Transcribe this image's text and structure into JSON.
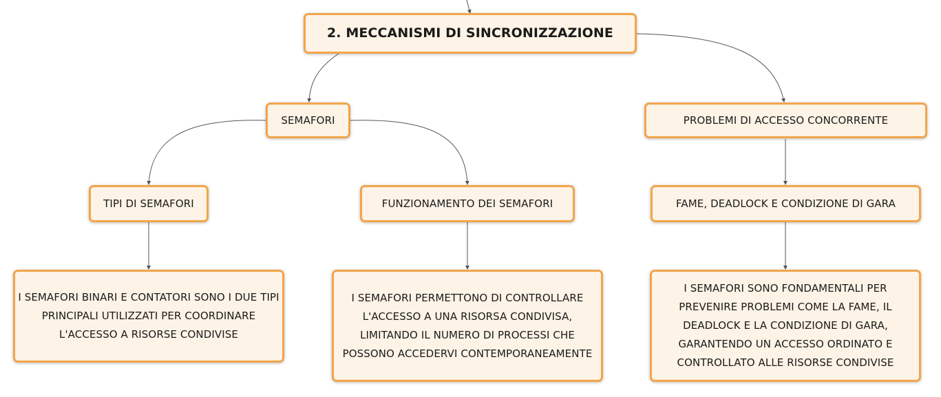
{
  "nodes": {
    "root": "2. MECCANISMI DI SINCRONIZZAZIONE",
    "semafori": "SEMAFORI",
    "problemi": "PROBLEMI DI ACCESSO CONCORRENTE",
    "tipi": "TIPI DI SEMAFORI",
    "funzionamento": "FUNZIONAMENTO DEI SEMAFORI",
    "fame": "FAME, DEADLOCK E CONDIZIONE DI GARA",
    "desc_tipi": "I SEMAFORI BINARI E CONTATORI SONO I DUE TIPI PRINCIPALI UTILIZZATI PER COORDINARE L'ACCESSO A RISORSE CONDIVISE",
    "desc_funzionamento": "I SEMAFORI PERMETTONO DI CONTROLLARE L'ACCESSO A UNA RISORSA CONDIVISA, LIMITANDO IL NUMERO DI PROCESSI CHE POSSONO ACCEDERVI CONTEMPORANEAMENTE",
    "desc_fame": "I SEMAFORI SONO FONDAMENTALI PER PREVENIRE PROBLEMI COME LA FAME, IL DEADLOCK E LA CONDIZIONE DI GARA, GARANTENDO UN ACCESSO ORDINATO E CONTROLLATO ALLE RISORSE CONDIVISE"
  },
  "colors": {
    "node_fill": "#fdf3e6",
    "node_border": "#f2a54a",
    "connector": "#555555"
  }
}
